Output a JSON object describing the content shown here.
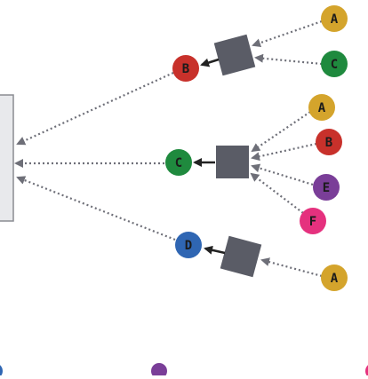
{
  "colors": {
    "red": "#c8312b",
    "green": "#1f8a3e",
    "blue": "#2f66b3",
    "gold": "#d4a42c",
    "purple": "#7a3e98",
    "pink": "#e5317e",
    "square": "#5a5c66",
    "panel_fill": "#e8e9ec",
    "panel_stroke": "#8a8c92",
    "dotted_arrow": "#6e6f78",
    "solid_arrow": "#222222",
    "label": "#1b1b1b"
  },
  "nodes": {
    "top_a": {
      "label": "A",
      "color": "gold"
    },
    "top_c": {
      "label": "C",
      "color": "green"
    },
    "top_b": {
      "label": "B",
      "color": "red"
    },
    "mid_a": {
      "label": "A",
      "color": "gold"
    },
    "mid_b": {
      "label": "B",
      "color": "red"
    },
    "mid_e": {
      "label": "E",
      "color": "purple"
    },
    "mid_f": {
      "label": "F",
      "color": "pink"
    },
    "mid_c": {
      "label": "C",
      "color": "green"
    },
    "bot_a": {
      "label": "A",
      "color": "gold"
    },
    "bot_d": {
      "label": "D",
      "color": "blue"
    },
    "edge_blue": {
      "label": "",
      "color": "blue"
    },
    "edge_purple": {
      "label": "",
      "color": "purple"
    },
    "edge_pink": {
      "label": "",
      "color": "pink"
    }
  }
}
